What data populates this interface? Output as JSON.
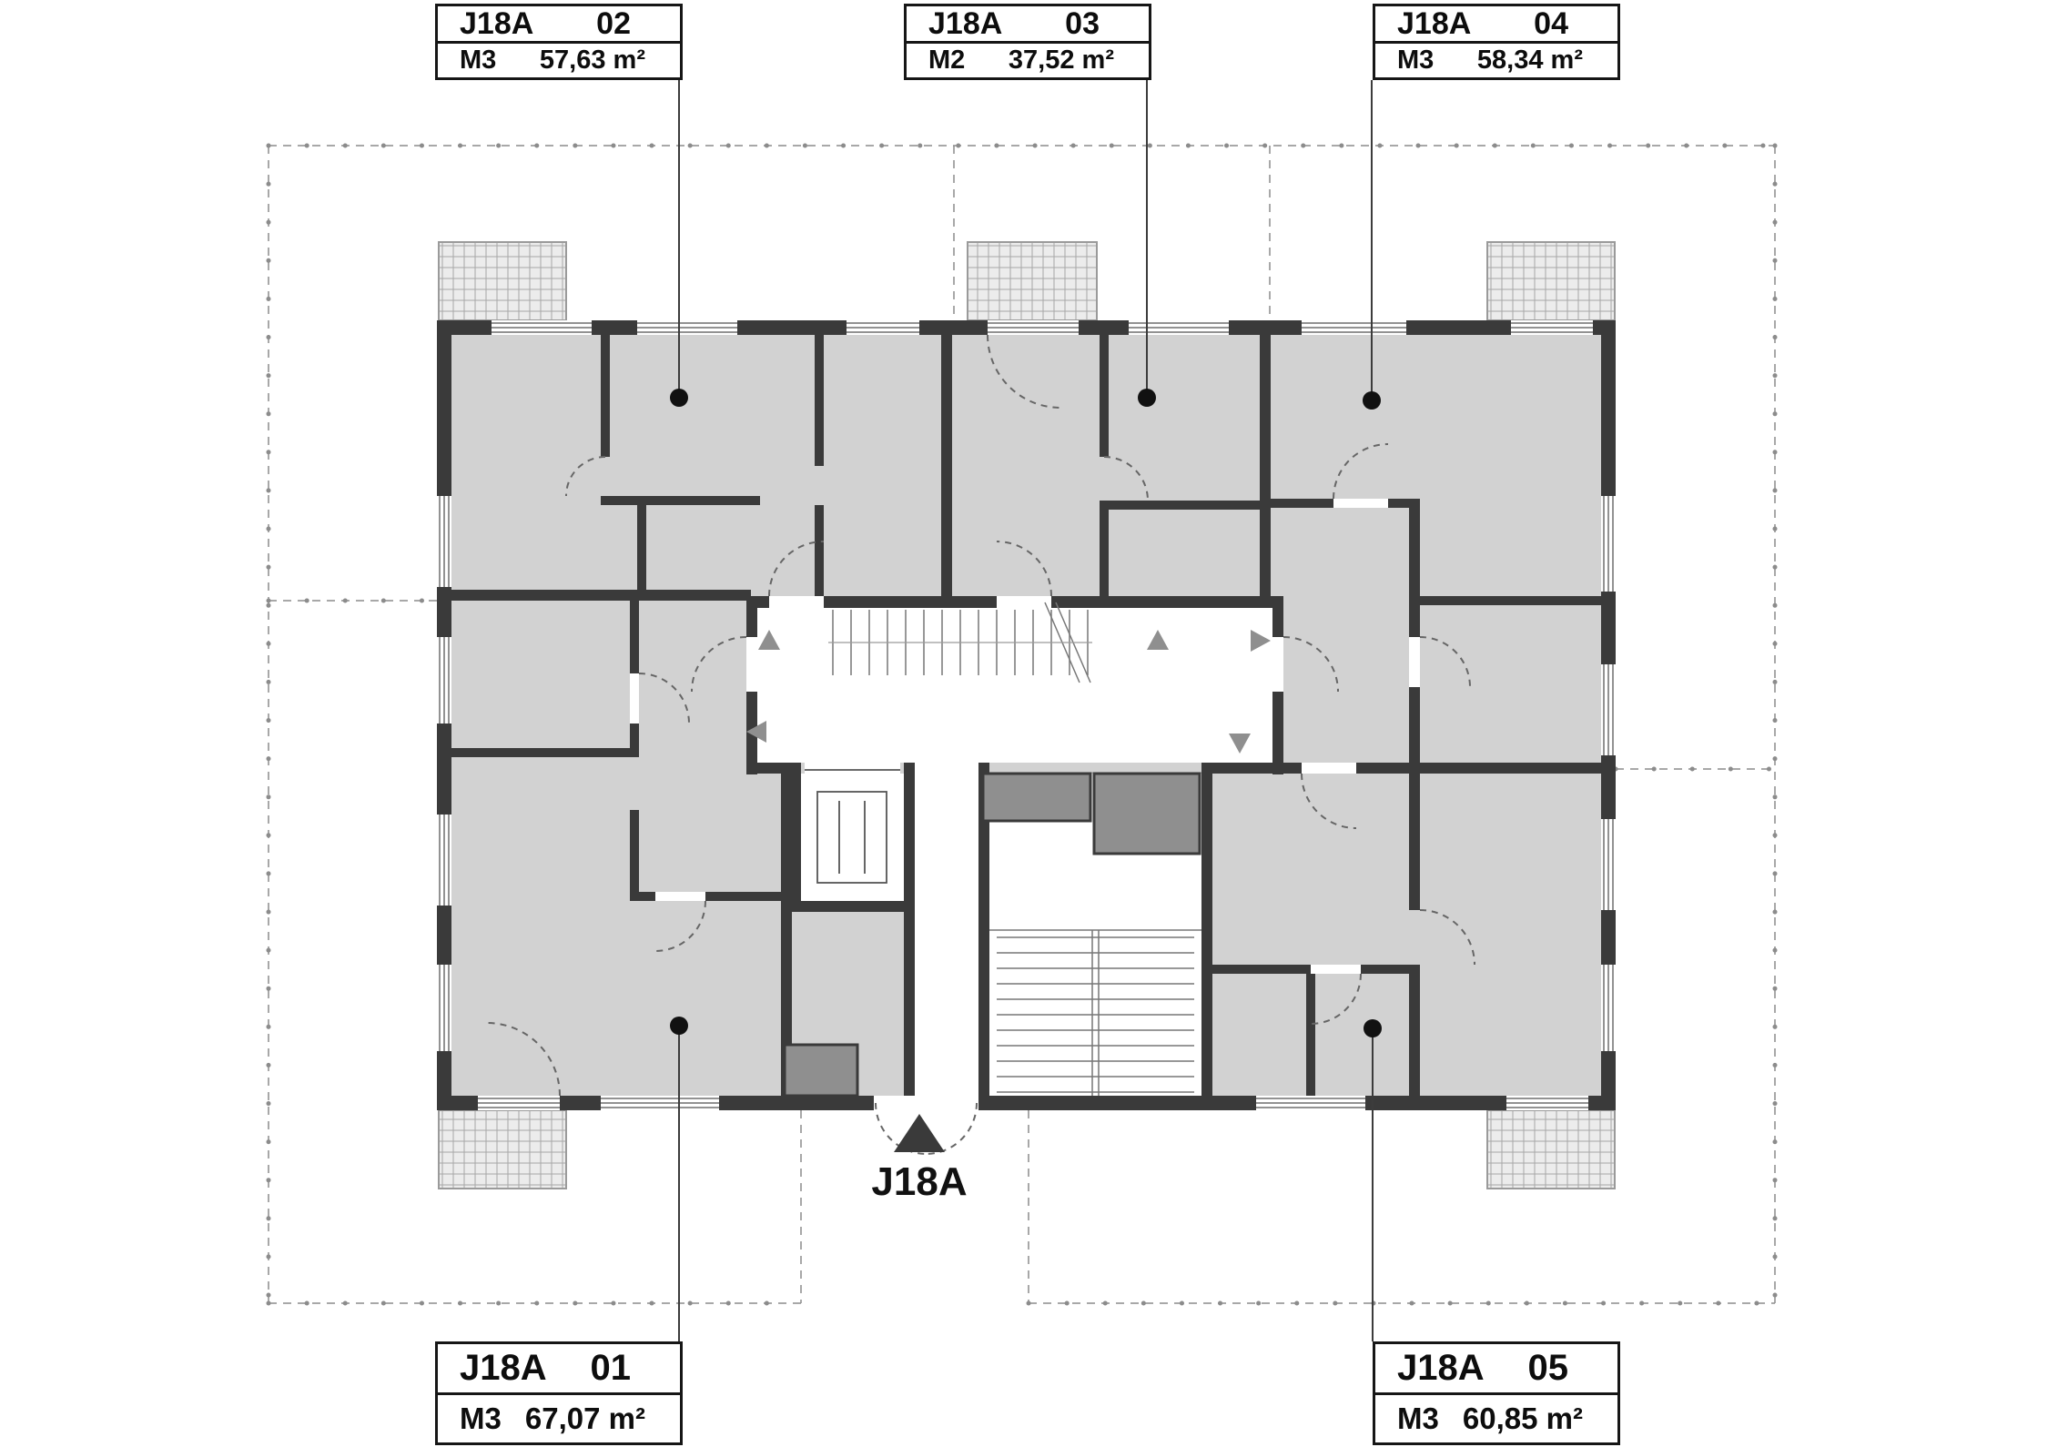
{
  "labels": {
    "a01": {
      "code": "J18A",
      "number": "01",
      "type": "M3",
      "area": "67,07 m²"
    },
    "a02": {
      "code": "J18A",
      "number": "02",
      "type": "M3",
      "area": "57,63 m²"
    },
    "a03": {
      "code": "J18A",
      "number": "03",
      "type": "M2",
      "area": "37,52 m²"
    },
    "a04": {
      "code": "J18A",
      "number": "04",
      "type": "M3",
      "area": "58,34 m²"
    },
    "a05": {
      "code": "J18A",
      "number": "05",
      "type": "M3",
      "area": "60,85 m²"
    }
  },
  "entrance": {
    "label": "J18A"
  },
  "colors": {
    "wall": "#3a3a3a",
    "room_fill": "#d2d2d2",
    "service_fill": "#8f8f8f",
    "railing_dashed": "#8c8c8c",
    "marker_dot": "#111111",
    "label_border": "#161616"
  }
}
